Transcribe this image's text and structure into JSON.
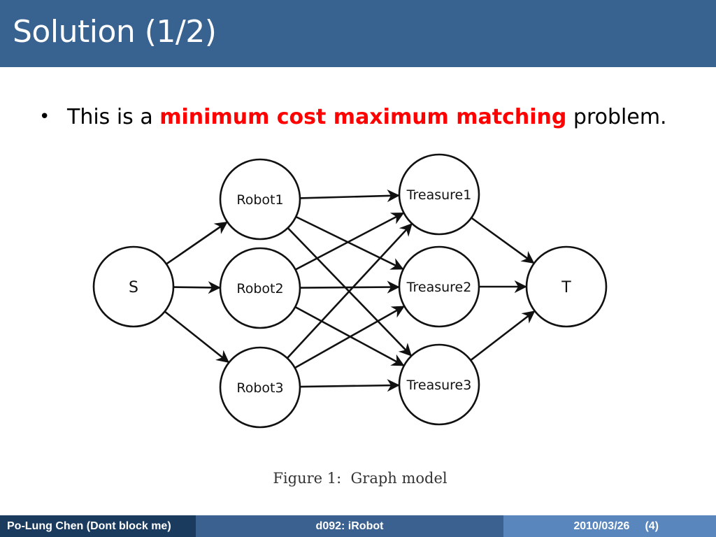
{
  "slide": {
    "title": "Solution (1/2)",
    "bullet": {
      "symbol": "•",
      "text_before": "This is a ",
      "emphasis": "minimum cost maximum matching",
      "text_after": " problem."
    },
    "emphasis_color": "#ff0000"
  },
  "diagram": {
    "nodes": {
      "source": "S",
      "robot1": "Robot1",
      "robot2": "Robot2",
      "robot3": "Robot3",
      "treasure1": "Treasure1",
      "treasure2": "Treasure2",
      "treasure3": "Treasure3",
      "sink": "T"
    },
    "edges": [
      [
        "S",
        "Robot1"
      ],
      [
        "S",
        "Robot2"
      ],
      [
        "S",
        "Robot3"
      ],
      [
        "Robot1",
        "Treasure1"
      ],
      [
        "Robot1",
        "Treasure2"
      ],
      [
        "Robot1",
        "Treasure3"
      ],
      [
        "Robot2",
        "Treasure1"
      ],
      [
        "Robot2",
        "Treasure2"
      ],
      [
        "Robot2",
        "Treasure3"
      ],
      [
        "Robot3",
        "Treasure1"
      ],
      [
        "Robot3",
        "Treasure2"
      ],
      [
        "Robot3",
        "Treasure3"
      ],
      [
        "Treasure1",
        "T"
      ],
      [
        "Treasure2",
        "T"
      ],
      [
        "Treasure3",
        "T"
      ]
    ],
    "caption": "Figure 1:  Graph model"
  },
  "footer": {
    "author": "Po-Lung Chen (Dont block me)",
    "problem": "d092: iRobot",
    "date": "2010/03/26",
    "page": "(4)"
  },
  "colors": {
    "title_bar": "#38628f",
    "footer_left": "#1a3a5e",
    "footer_mid": "#3a6190",
    "footer_right": "#5a86be"
  }
}
